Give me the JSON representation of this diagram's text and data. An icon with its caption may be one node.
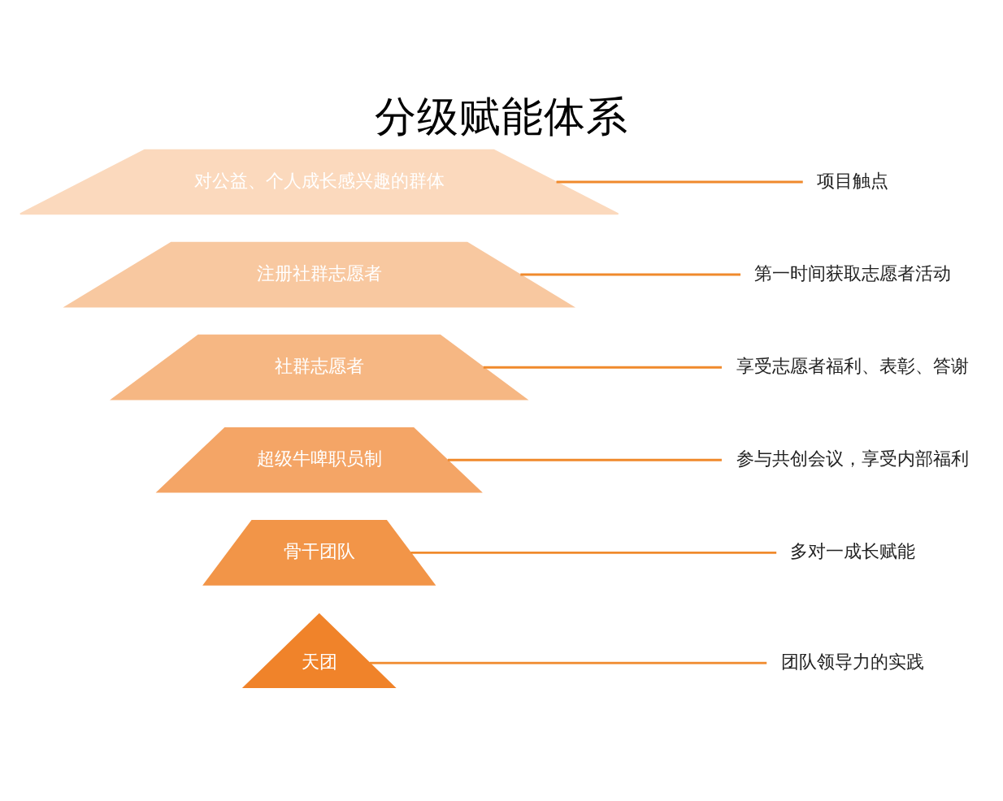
{
  "diagram": {
    "title": "分级赋能体系",
    "nodes": [
      {
        "text": [
          "天团"
        ]
      },
      {
        "text": [
          "骨干团队"
        ]
      },
      {
        "text": [
          "超级牛啤职员制"
        ]
      },
      {
        "text": [
          "社群志愿者"
        ]
      },
      {
        "text": [
          "注册社群志愿者"
        ]
      },
      {
        "text": [
          "对公益、个人成长感兴趣的群体"
        ]
      },
      {
        "text": [
          "团队领导力的实践"
        ]
      },
      {
        "text": [
          "多对一成长赋能"
        ]
      },
      {
        "text": [
          "参与共创会议，享受内部福利"
        ]
      },
      {
        "text": [
          "享受志愿者福利、表彰、答谢"
        ]
      },
      {
        "text": [
          "第一时间获取志愿者活动"
        ]
      },
      {
        "text": [
          "项目触点"
        ]
      }
    ],
    "edges": [
      {
        "from": 0,
        "to": 6,
        "arrow": "none"
      },
      {
        "from": 1,
        "to": 7,
        "arrow": "none"
      },
      {
        "from": 2,
        "to": 8,
        "arrow": "none"
      },
      {
        "from": 3,
        "to": 9,
        "arrow": "none"
      },
      {
        "from": 4,
        "to": 10,
        "arrow": "none"
      },
      {
        "from": 5,
        "to": 11,
        "arrow": "none"
      }
    ]
  }
}
